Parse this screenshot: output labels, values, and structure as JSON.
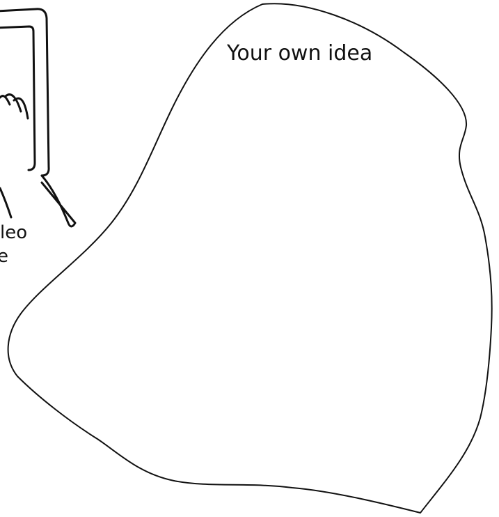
{
  "idea_bubble": {
    "label": "Your own idea"
  },
  "partial_caption": {
    "line1": "leo",
    "line2": "e"
  },
  "colors": {
    "ink": "#111111",
    "background": "#ffffff"
  }
}
